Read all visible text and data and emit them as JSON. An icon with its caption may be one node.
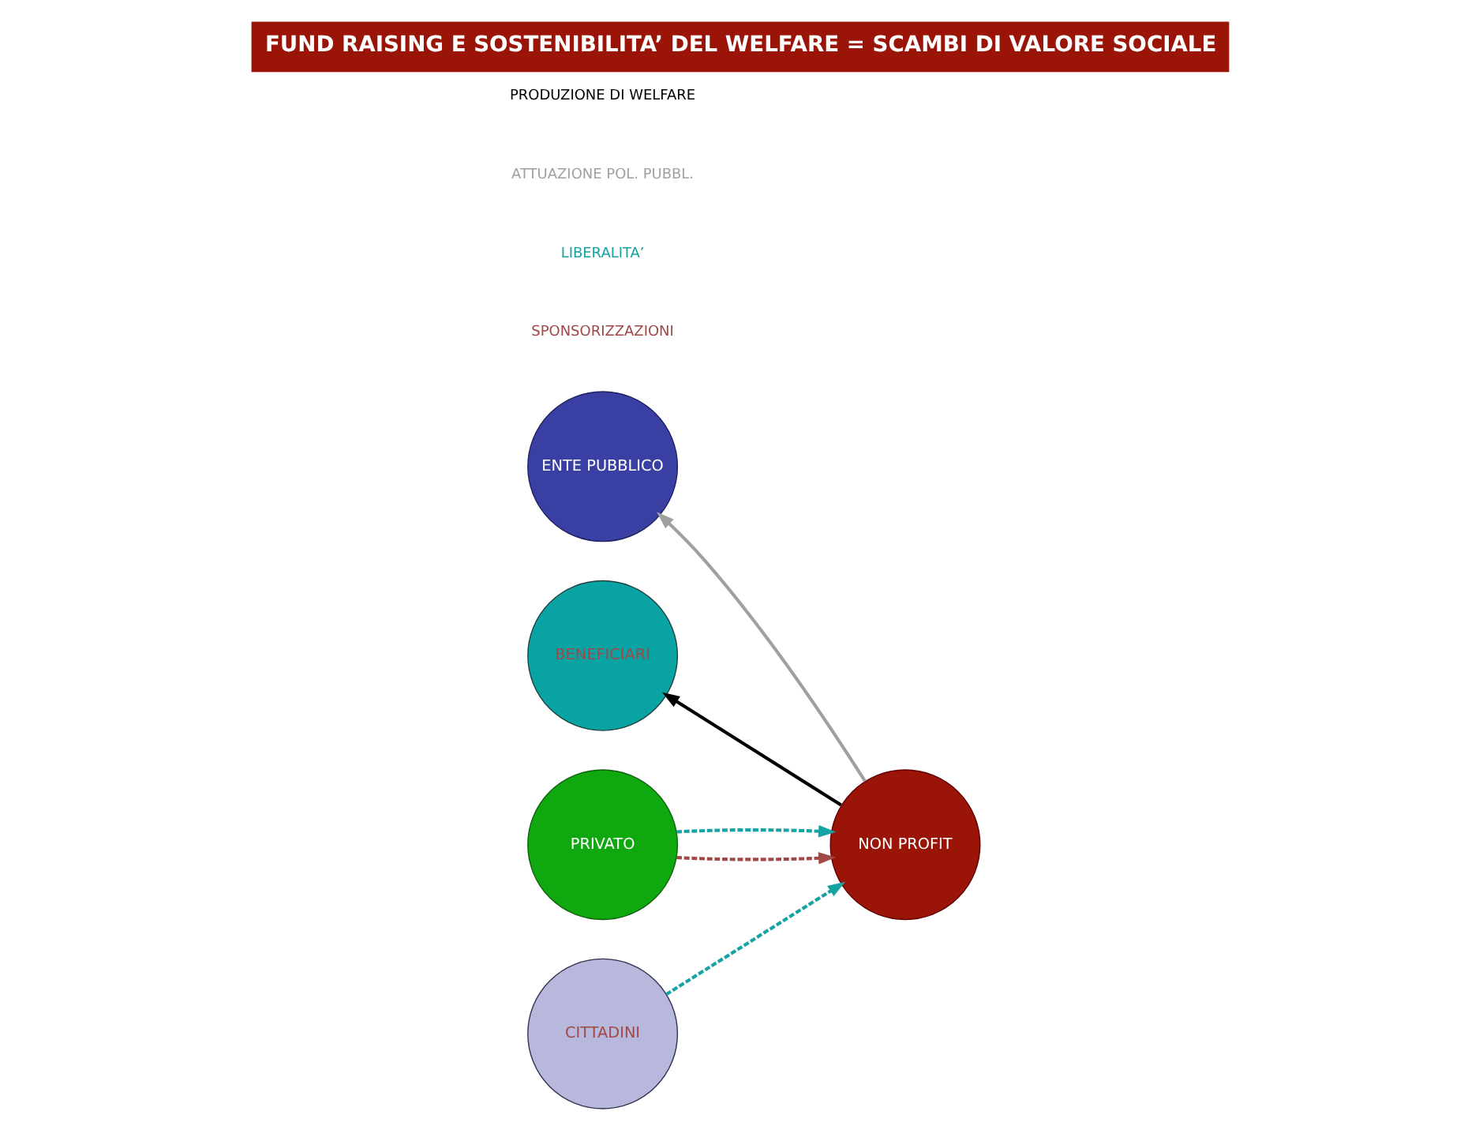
{
  "diagram": {
    "title": "FUND RAISING E SOSTENIBILITA’ DEL WELFARE = SCAMBI DI VALORE SOCIALE",
    "nodes": [
      {
        "text": [
          "ENTE PUBBLICO"
        ]
      },
      {
        "text": [
          "NON PROFIT"
        ]
      },
      {
        "text": [
          "PRIVATO"
        ]
      },
      {
        "text": [
          "BENEFICIARI"
        ]
      },
      {
        "text": [
          "CITTADINI"
        ]
      }
    ],
    "edges": [
      {
        "from": 1,
        "to": 0,
        "arrow": "to",
        "color": "#a0a0a0"
      },
      {
        "from": 2,
        "to": 1,
        "arrow": "to",
        "style": "dashed",
        "color": "#a04848"
      },
      {
        "from": 2,
        "to": 1,
        "arrow": "to",
        "style": "dashed",
        "color": "#16a3a3"
      },
      {
        "from": 4,
        "to": 1,
        "arrow": "to",
        "style": "dashed",
        "color": "#16a3a3"
      },
      {
        "from": 1,
        "to": 3,
        "arrow": "to",
        "color": "#000000"
      }
    ],
    "legend": [
      {
        "text": "PRODUZIONE DI WELFARE",
        "color": "#000000"
      },
      {
        "text": "ATTUAZIONE POL. PUBBL.",
        "color": "#a0a0a0"
      },
      {
        "text": "LIBERALITA’",
        "color": "#16a3a3"
      },
      {
        "text": "SPONSORIZZAZIONI",
        "color": "#a04848"
      }
    ]
  }
}
